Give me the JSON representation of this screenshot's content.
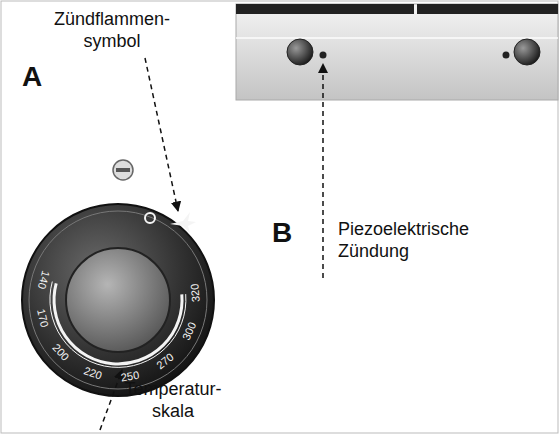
{
  "diagram": {
    "labels": [
      "Zündflammen- symbol",
      "A",
      "Temperatur- skala",
      "B",
      "Piezoelektrische Zündung",
      "140",
      "170",
      "200",
      "220",
      "250",
      "270",
      "300",
      "320"
    ]
  }
}
